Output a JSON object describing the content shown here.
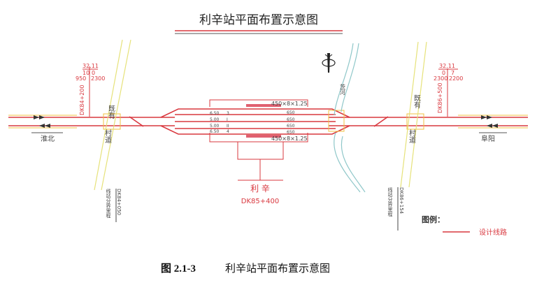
{
  "title": "利辛站平面布置示意图",
  "caption": {
    "number": "图 2.1-3",
    "text": "利辛站平面布置示意图"
  },
  "directions": {
    "left": "淮北",
    "right": "阜阳"
  },
  "roads": {
    "existing": "既有",
    "village_road": "村道",
    "river": "茨河"
  },
  "left_point": {
    "mileage": "DK84+200",
    "top": "32.11",
    "a": "10",
    "b": "0",
    "c": "950",
    "d": "2300"
  },
  "right_point": {
    "mileage": "DK86+500",
    "top": "32.11",
    "a": "0",
    "b": "7",
    "c": "2300",
    "d": "2200"
  },
  "boundary": {
    "label": "线站分界里程",
    "left": "DK84+050",
    "right": "DK86+154"
  },
  "station": {
    "name": "利 辛",
    "mileage": "DK85+400",
    "platform": "450×8×1.25",
    "spacings": [
      "6.50",
      "5.00",
      "5.00",
      "6.50"
    ],
    "tracks": [
      "3",
      "I",
      "II",
      "4"
    ],
    "lengths": [
      "650",
      "650",
      "650",
      "650"
    ]
  },
  "legend": {
    "title": "图例：",
    "item": "设计线路"
  },
  "colors": {
    "track": "#d9383f",
    "road": "#e6e27a",
    "river": "#8fc7c9"
  }
}
